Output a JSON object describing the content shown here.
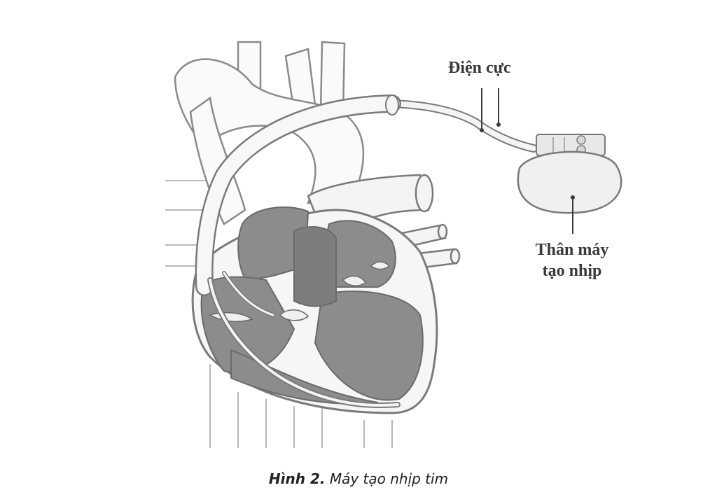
{
  "labels": {
    "electrode": "Điện cực",
    "device_body_line1": "Thân máy",
    "device_body_line2": "tạo nhịp"
  },
  "caption": {
    "figure_number": "Hình 2.",
    "figure_title": "Máy tạo nhịp tim"
  },
  "colors": {
    "outline": "#7a7a7a",
    "chamber_fill": "#8a8a8a",
    "chamber_dark": "#6e6e6e",
    "lead_fill": "#f2f2f2",
    "device_fill": "#efefef"
  }
}
